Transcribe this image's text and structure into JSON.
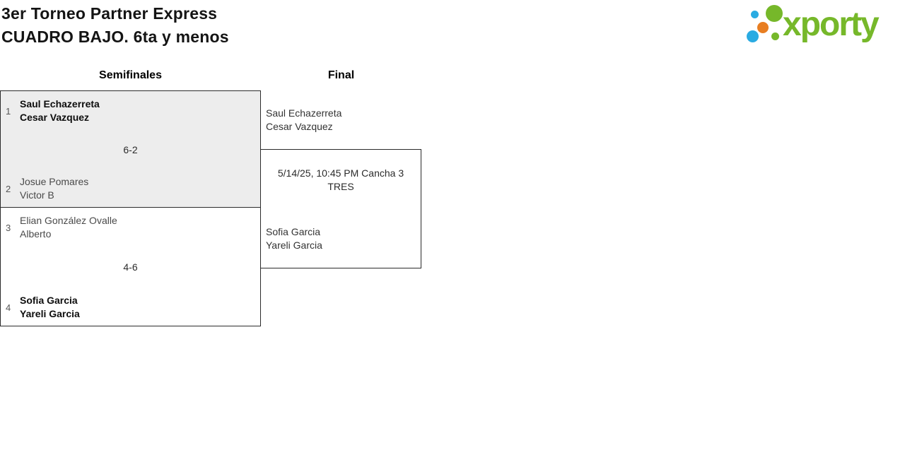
{
  "header": {
    "title_line1": "3er Torneo Partner Express",
    "title_line2": "CUADRO BAJO. 6ta y menos"
  },
  "logo": {
    "text": "xporty",
    "colors": {
      "green": "#76b82a",
      "blue": "#2aabe2",
      "orange": "#e87e22"
    }
  },
  "bracket": {
    "rounds": [
      {
        "label": "Semifinales"
      },
      {
        "label": "Final"
      }
    ],
    "semifinals": [
      {
        "seed_top": "1",
        "team_top": [
          "Saul Echazerreta",
          "Cesar Vazquez"
        ],
        "team_top_winner": true,
        "score": "6-2",
        "seed_bottom": "2",
        "team_bottom": [
          "Josue Pomares",
          "Victor B"
        ],
        "team_bottom_winner": false
      },
      {
        "seed_top": "3",
        "team_top": [
          "Elian González Ovalle",
          "Alberto"
        ],
        "team_top_winner": false,
        "score": "4-6",
        "seed_bottom": "4",
        "team_bottom": [
          "Sofia Garcia",
          "Yareli Garcia"
        ],
        "team_bottom_winner": true
      }
    ],
    "final": {
      "team_top": [
        "Saul Echazerreta",
        "Cesar Vazquez"
      ],
      "match_info_line1": "5/14/25, 10:45 PM Cancha 3",
      "match_info_line2": "TRES",
      "team_bottom": [
        "Sofia Garcia",
        "Yareli Garcia"
      ]
    }
  },
  "colors": {
    "match_box_border": "#2b2b2b",
    "played_match_background": "#ededed",
    "winner_text": "#0d0d0d",
    "loser_text": "#4a4a4a"
  }
}
